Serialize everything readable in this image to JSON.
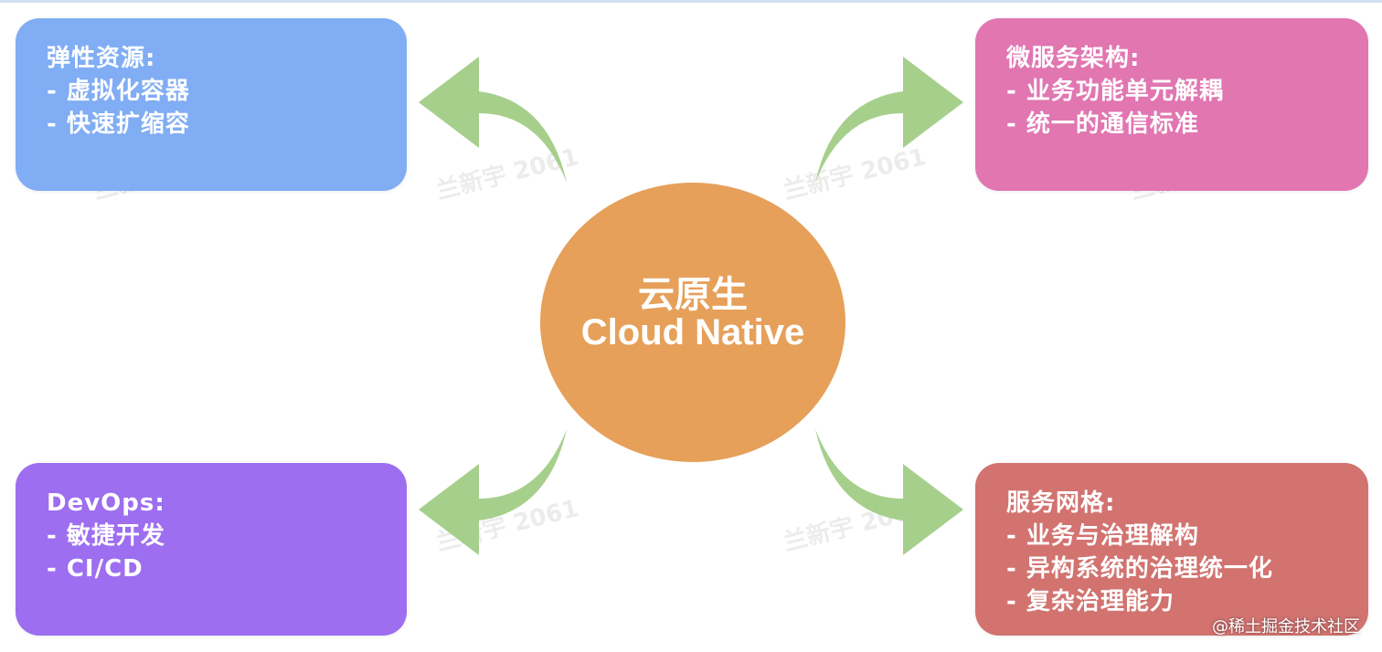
{
  "colors": {
    "elastic": "#80adf4",
    "microservice": "#e176b1",
    "devops": "#9d6ef0",
    "mesh": "#d27370",
    "center": "#e6a05a",
    "arrow": "#a6cf8c"
  },
  "center": {
    "title_cn": "云原生",
    "title_en": "Cloud Native"
  },
  "boxes": {
    "elastic": {
      "title": "弹性资源:",
      "items": [
        "- 虚拟化容器",
        "- 快速扩缩容"
      ]
    },
    "microservice": {
      "title": "微服务架构:",
      "items": [
        "- 业务功能单元解耦",
        "- 统一的通信标准"
      ]
    },
    "devops": {
      "title": "DevOps:",
      "items": [
        "- 敏捷开发",
        "- CI/CD"
      ]
    },
    "mesh": {
      "title": "服务网格:",
      "items": [
        "- 业务与治理解构",
        "- 异构系统的治理统一化",
        "- 复杂治理能力"
      ]
    }
  },
  "watermark": "兰新宇 2061",
  "footer": "@稀土掘金技术社区"
}
